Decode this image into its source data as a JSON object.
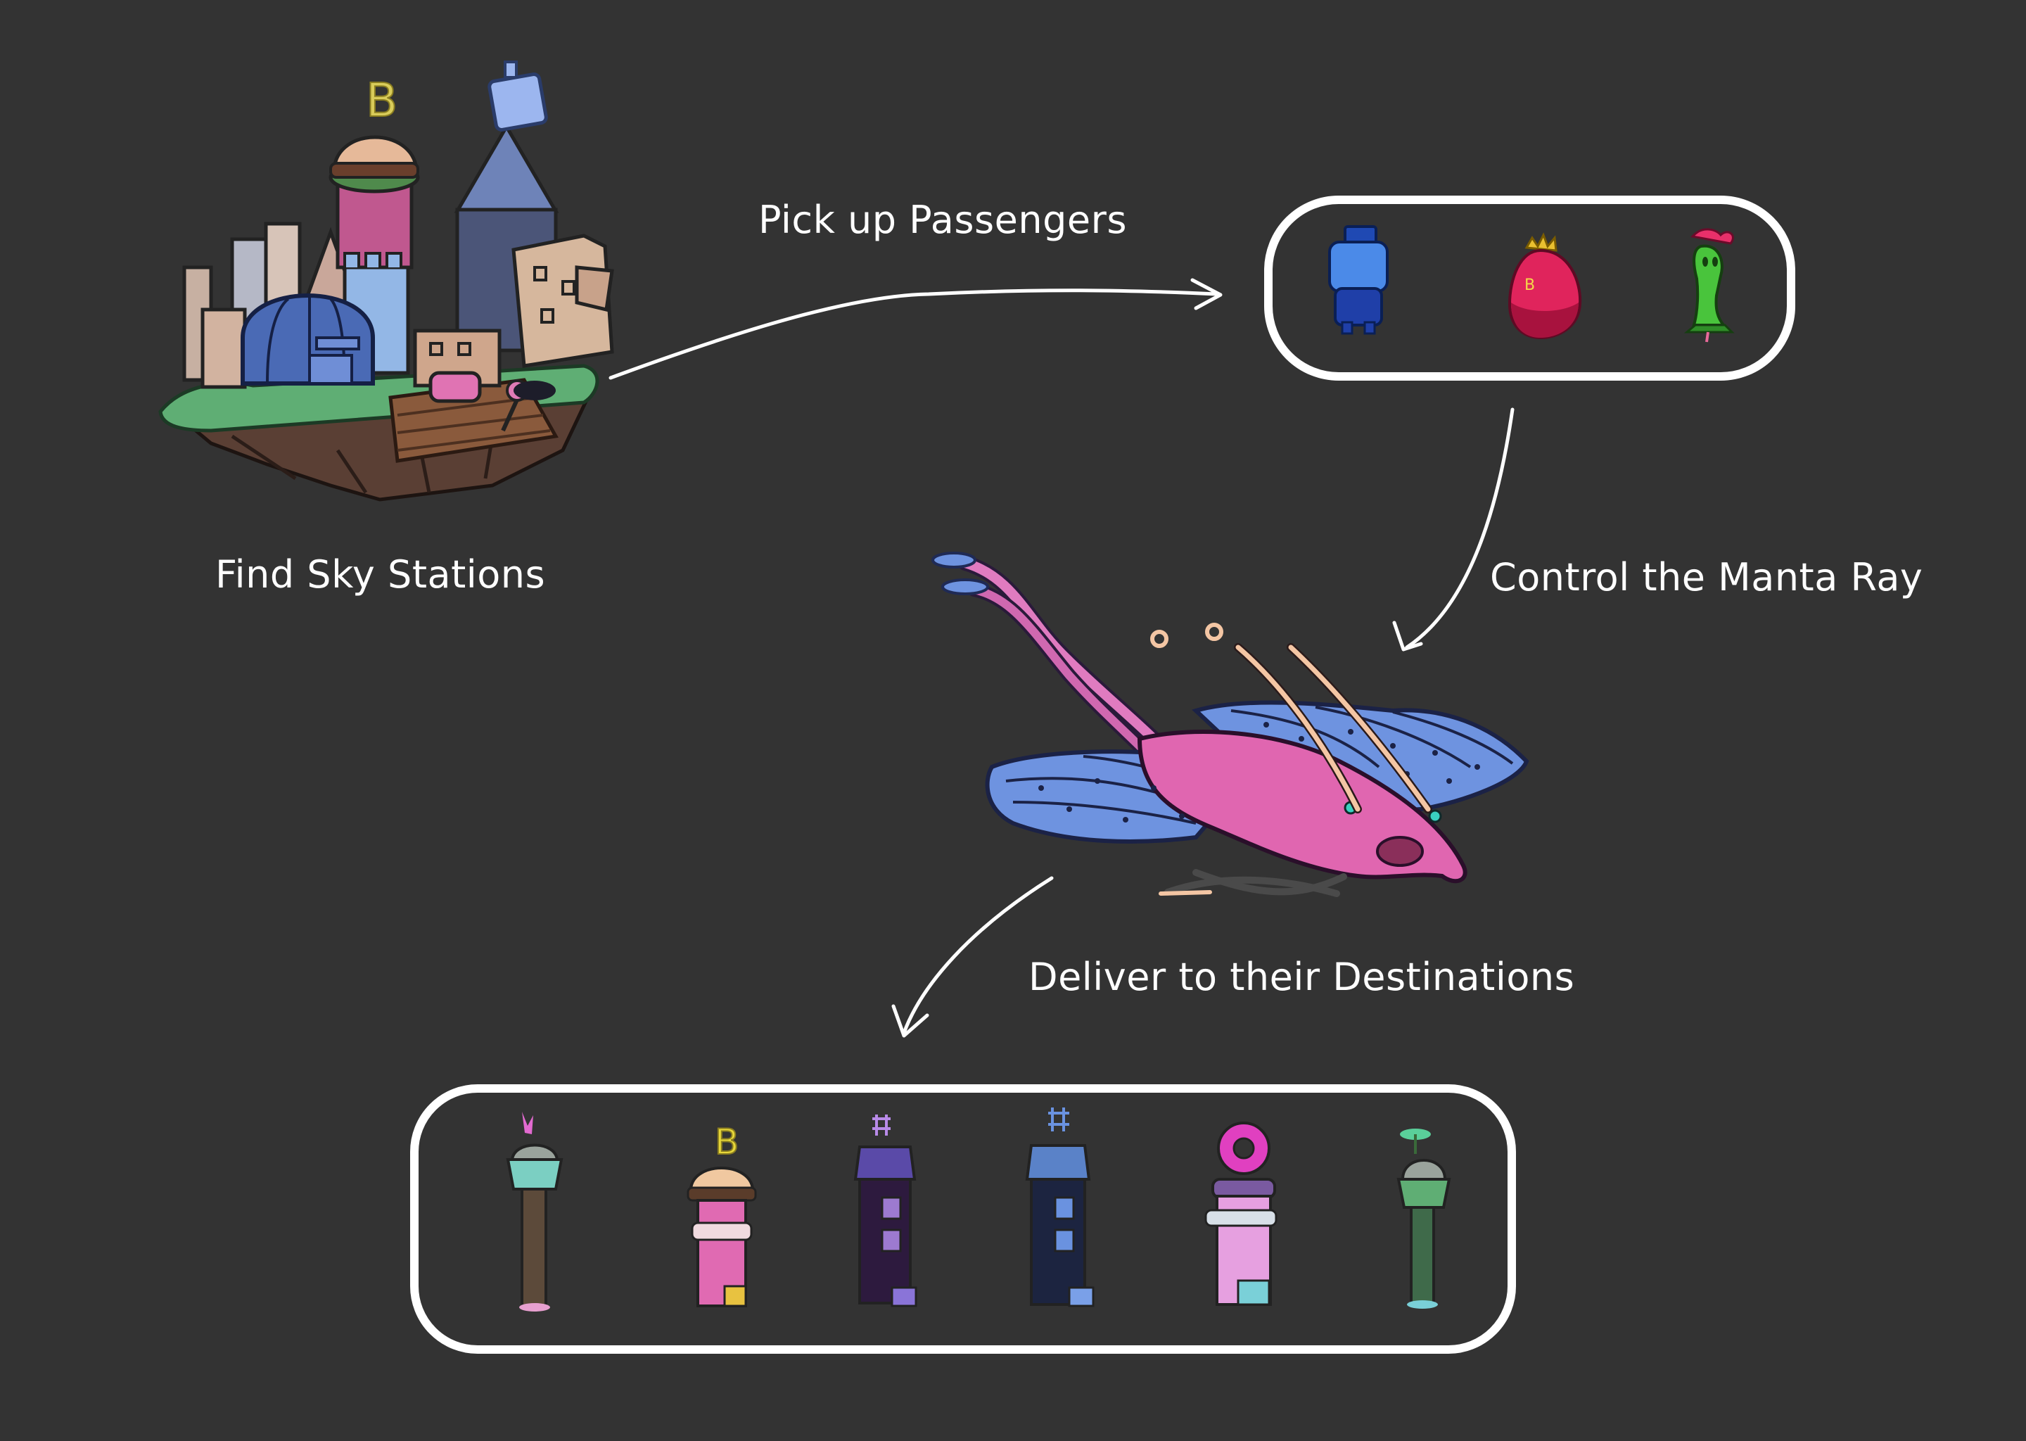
{
  "labels": {
    "find_stations": "Find Sky Stations",
    "pick_up": "Pick up Passengers",
    "control": "Control the Manta Ray",
    "deliver": "Deliver to their Destinations"
  },
  "passengers": [
    "blue-cube-passenger",
    "red-crown-passenger",
    "green-flower-passenger"
  ],
  "destinations": [
    "flower-dome-tower",
    "burger-tower",
    "purple-antenna-tower",
    "navy-antenna-tower",
    "donut-tower",
    "green-dome-tower"
  ],
  "colors": {
    "background": "#333333",
    "text": "#ffffff",
    "manta_body": "#e066b0",
    "manta_wings": "#6e93e0"
  }
}
